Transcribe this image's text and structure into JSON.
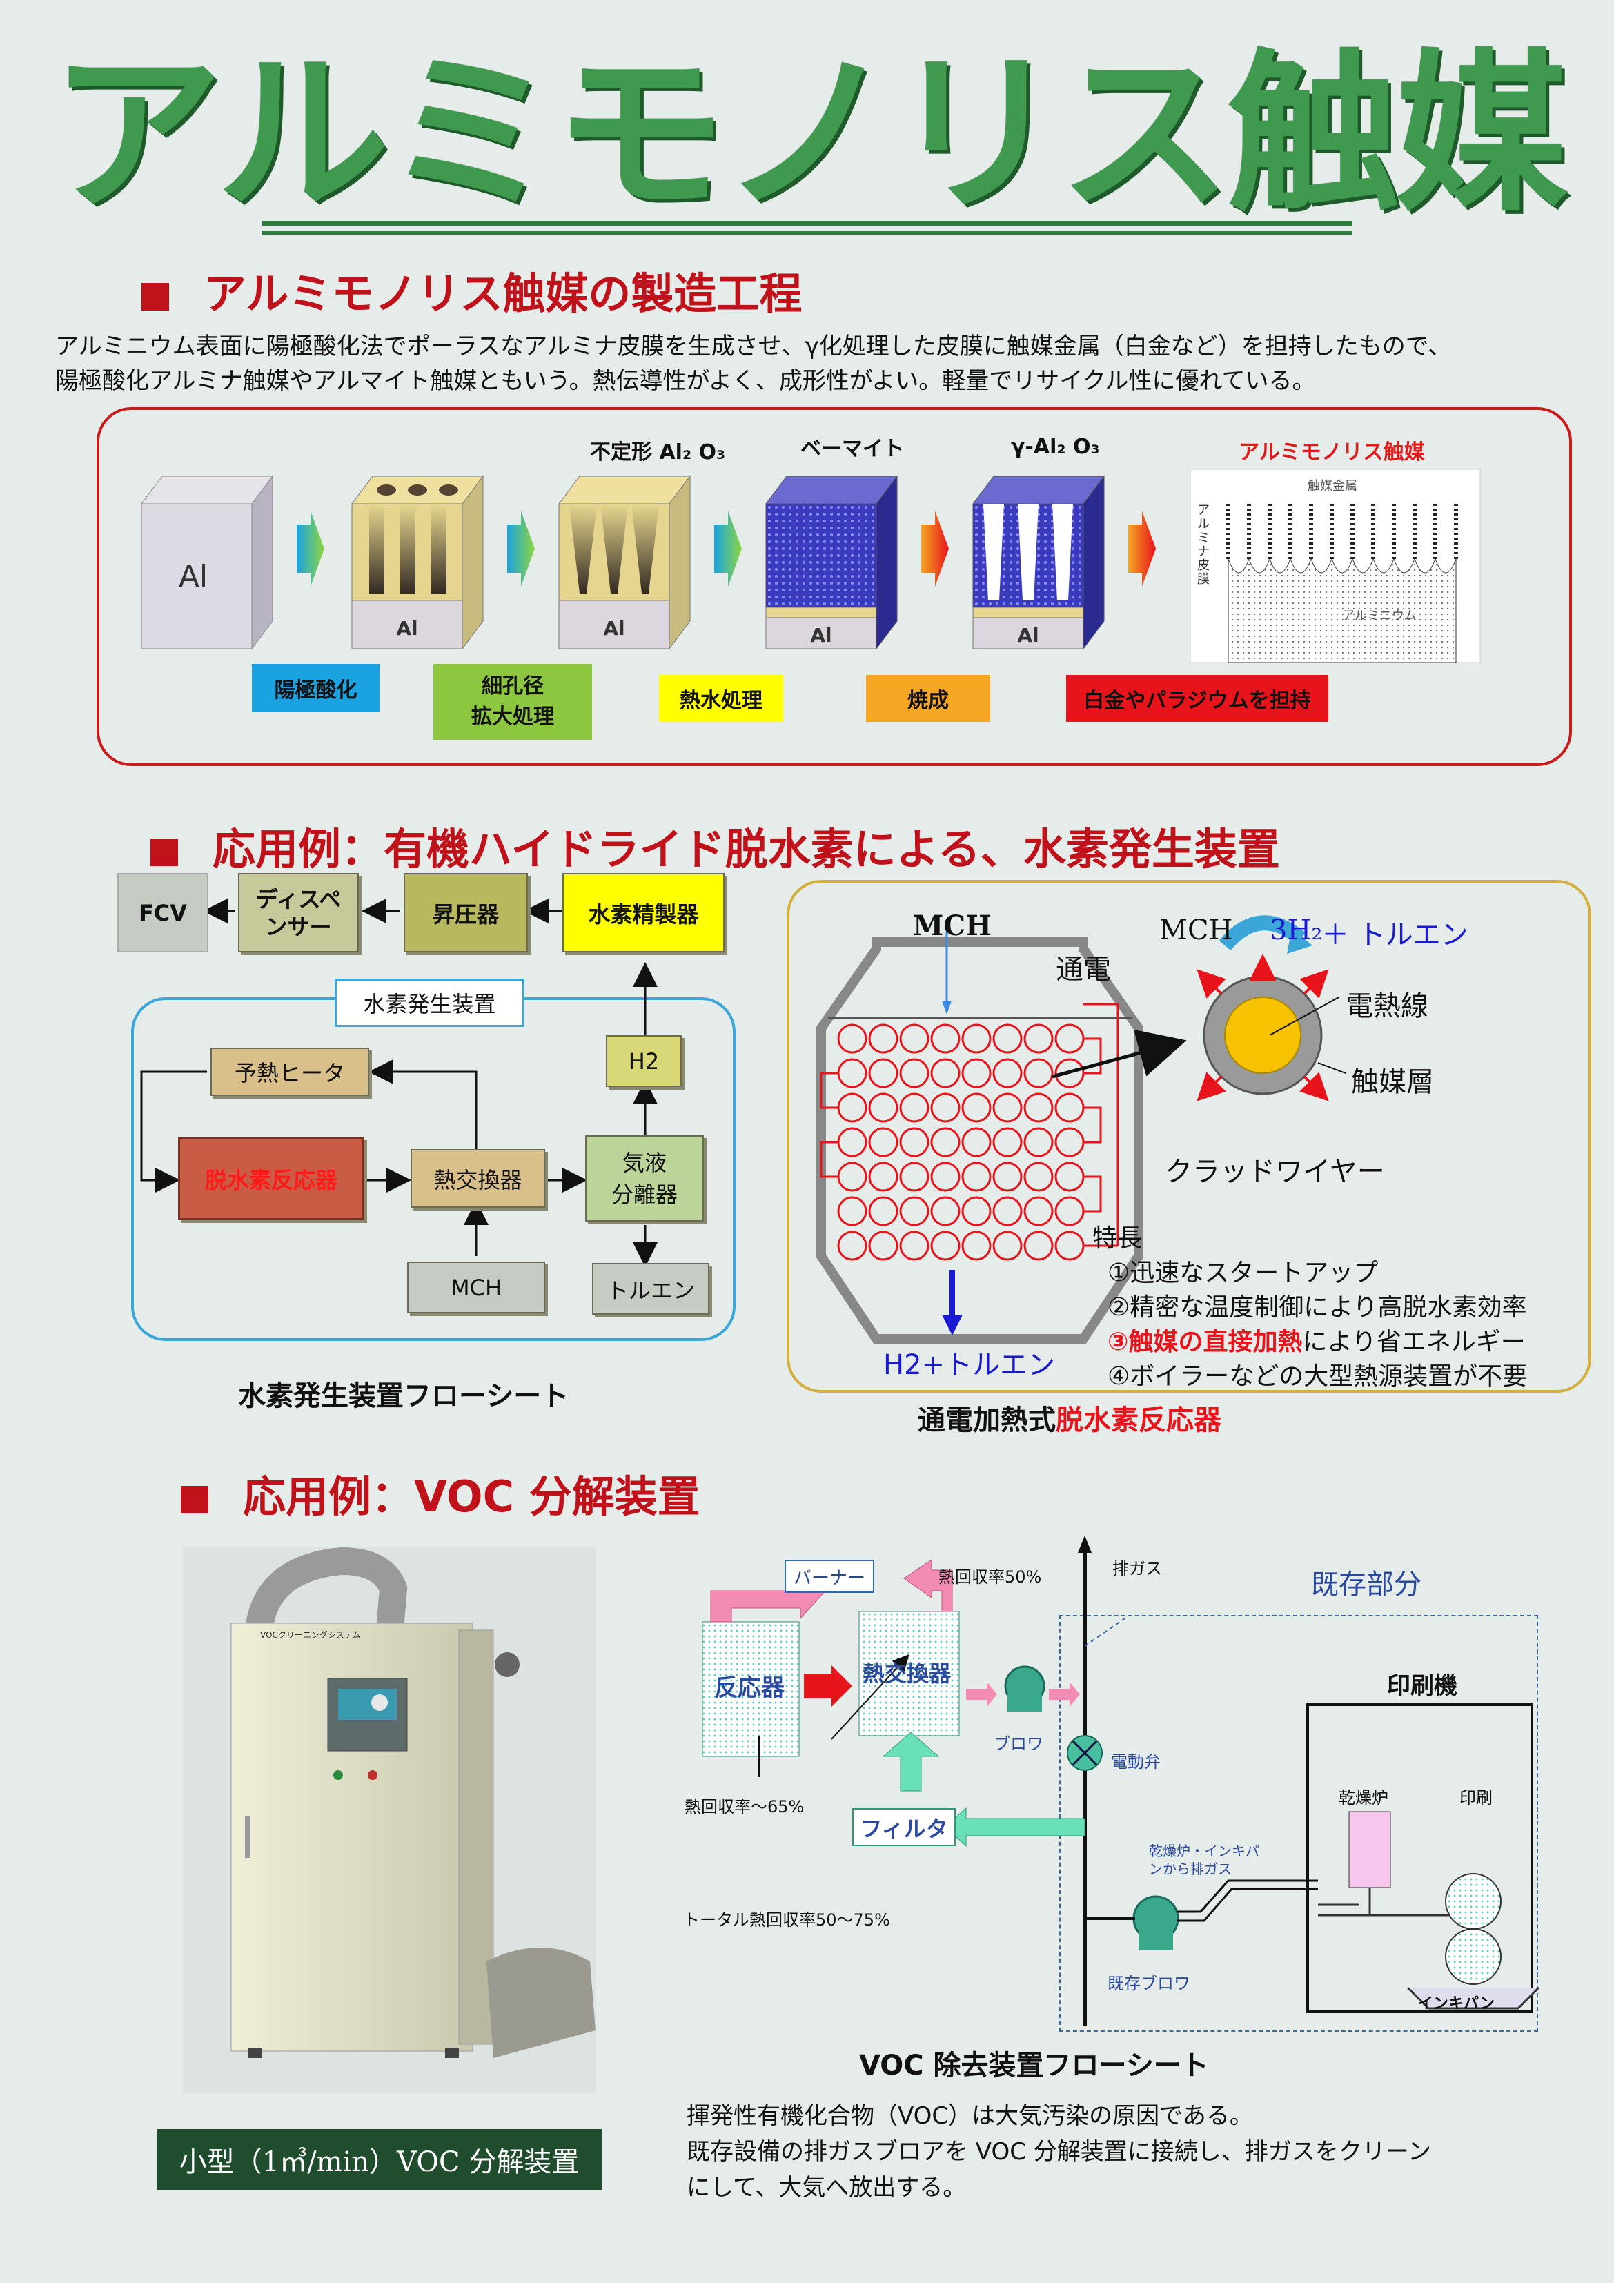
{
  "title": "アルミモノリス触媒",
  "section1": {
    "heading": "アルミモノリス触媒の製造工程",
    "para1": "アルミニウム表面に陽極酸化法でポーラスなアルミナ皮膜を生成させ、γ化処理した皮膜に触媒金属（白金など）を担持したもので、",
    "para2": "陽極酸化アルミナ触媒やアルマイト触媒ともいう。熱伝導性がよく、成形性がよい。軽量でリサイクル性に優れている。",
    "top_labels": {
      "amorphous": "不定形 Al₂ O₃",
      "boehmite": "ベーマイト",
      "gamma": "γ-Al₂ O₃",
      "monolith": "アルミモノリス触媒"
    },
    "block_al": "Al",
    "micro_labels": {
      "metal": "触媒金属",
      "film": "アルミナ皮膜",
      "aluminum": "アルミニウム"
    },
    "steps": {
      "anodize": "陽極酸化",
      "pore1": "細孔径",
      "pore2": "拡大処理",
      "hotwater": "熱水処理",
      "calcine": "焼成",
      "support": "白金やパラジウムを担持"
    }
  },
  "section2": {
    "heading": "応用例：有機ハイドライド脱水素による、水素発生装置",
    "flow": {
      "fcv": "FCV",
      "dispenser1": "ディスペ",
      "dispenser2": "ンサー",
      "booster": "昇圧器",
      "purifier": "水素精製器",
      "system": "水素発生装置",
      "h2": "H2",
      "preheater": "予熱ヒータ",
      "reactor": "脱水素反応器",
      "hx": "熱交換器",
      "sep1": "気液",
      "sep2": "分離器",
      "mch": "MCH",
      "toluene": "トルエン"
    },
    "flow_caption": "水素発生装置フローシート",
    "reactor": {
      "mch_in": "MCH",
      "power": "通電",
      "h2out": "H2+トルエン",
      "eq_mch": "MCH",
      "eq_h2": "3H₂",
      "eq_plus": "＋ トルエン",
      "wire": "電熱線",
      "layer": "触媒層",
      "clad": "クラッドワイヤー",
      "features_title": "特長",
      "f1": "①迅速なスタートアップ",
      "f2": "②精密な温度制御により高脱水素効率",
      "f3_red": "③触媒の直接加熱",
      "f3_rest": "により省エネルギー",
      "f4": "④ボイラーなどの大型熱源装置が不要"
    },
    "reactor_caption_a": "通電加熱式",
    "reactor_caption_b": "脱水素反応器"
  },
  "section3": {
    "heading": "応用例：VOC 分解装置",
    "photo_panel": "VOCクリーニングシステム",
    "photo_caption": "小型（1㎥/min）VOC 分解装置",
    "flow": {
      "exhaust": "排ガス",
      "burner": "バーナー",
      "recover50": "熱回収率50%",
      "existing": "既存部分",
      "reactor": "反応器",
      "hx": "熱交換器",
      "blower": "ブロワ",
      "valve": "電動弁",
      "printer": "印刷機",
      "recover65": "熱回収率～65%",
      "filter": "フィルタ",
      "dryer": "乾燥炉",
      "print": "印刷",
      "from1": "乾燥炉・インキパ",
      "from2": "ンから排ガス",
      "total": "トータル熱回収率50～75%",
      "existing_blower": "既存ブロワ",
      "inkpan": "インキパン"
    },
    "flow_caption": "VOC 除去装置フローシート",
    "desc1": "揮発性有機化合物（VOC）は大気汚染の原因である。",
    "desc2": "既存設備の排ガスブロアを VOC 分解装置に接続し、排ガスをクリーン",
    "desc3": "にして、大気へ放出する。"
  },
  "colors": {
    "title_green": "#3f9a50",
    "heading_red": "#c0121a",
    "blue_step": "#1aa3e0",
    "green_step": "#8dc63f",
    "yellow_step": "#ffff00",
    "orange_step": "#f5a623",
    "red_step": "#e8141b"
  }
}
